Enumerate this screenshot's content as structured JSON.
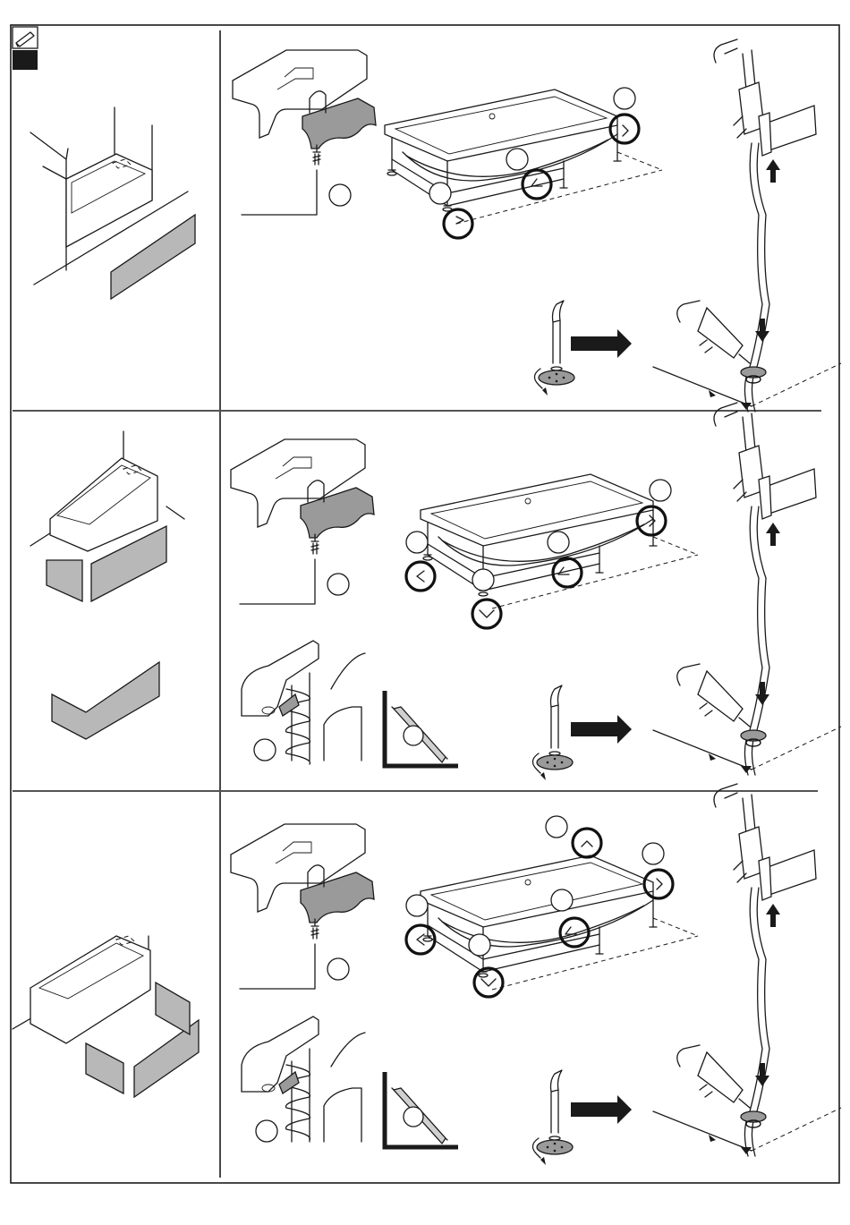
{
  "document": {
    "header_icon": "pencil-icon",
    "step_marker_color": "#1a1a1a",
    "panel_color": "#b8b8b8",
    "steps": [
      {
        "id": "step-1",
        "variant": "front-panel",
        "adjust_markers": 3
      },
      {
        "id": "step-2",
        "variant": "corner-panels",
        "adjust_markers": 4
      },
      {
        "id": "step-3",
        "variant": "three-side-panels",
        "adjust_markers": 5
      }
    ]
  }
}
